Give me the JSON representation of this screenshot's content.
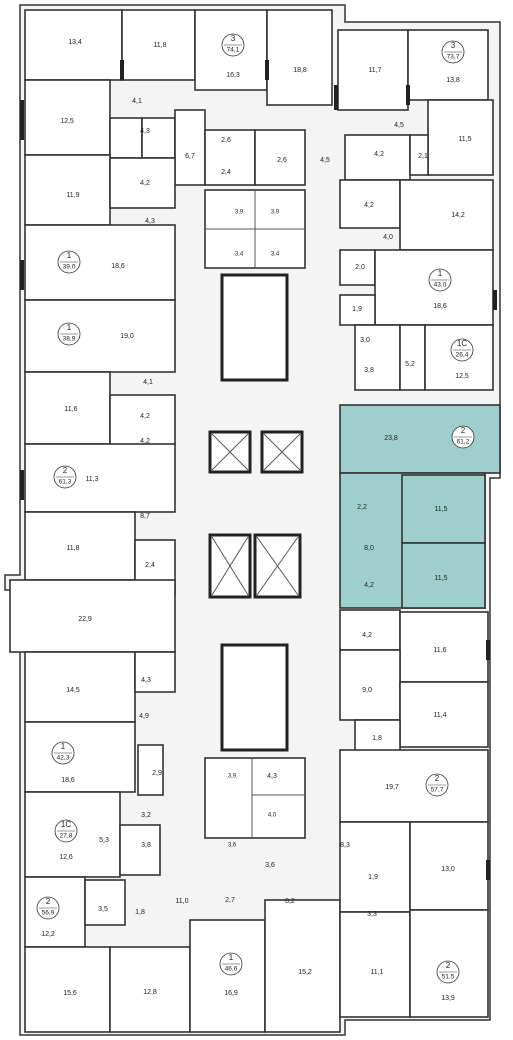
{
  "colors": {
    "selected": "#9fcfcc",
    "wall": "#2d2d2d"
  },
  "labels": {
    "r_13_4": "13,4",
    "r_11_8a": "11,8",
    "r_16_3": "16,3",
    "r_18_8": "18,8",
    "r_11_7": "11,7",
    "r_13_8": "13,8",
    "r_4_1a": "4,1",
    "r_12_5a": "12,5",
    "r_4_3a": "4,3",
    "r_6_7": "6,7",
    "r_2_6a": "2,6",
    "r_2_6b": "2,6",
    "r_2_4a": "2,4",
    "r_4_5a": "4,5",
    "r_4_5b": "4,5",
    "r_4_2a": "4,2",
    "r_2_1": "2,1",
    "r_11_5a": "11,5",
    "r_11_9": "11,9",
    "r_4_2b": "4,2",
    "r_4_2c": "4,2",
    "r_14_2": "14,2",
    "r_4_3b": "4,3",
    "r_4_0a": "4,0",
    "r_3_9a": "3,9",
    "r_3_9b": "3,9",
    "r_3_4a": "3,4",
    "r_3_4b": "3,4",
    "r_18_6a": "18,6",
    "r_2_0": "2,0",
    "r_18_6b": "18,6",
    "r_1_9a": "1,9",
    "r_19_0": "19,0",
    "r_3_0": "3,0",
    "r_3_8a": "3,8",
    "r_5_2": "5,2",
    "r_12_5b": "12,5",
    "r_4_1b": "4,1",
    "r_11_6a": "11,6",
    "r_4_2d": "4,2",
    "r_4_2e": "4,2",
    "r_23_8": "23,8",
    "r_11_3": "11,3",
    "r_2_2": "2,2",
    "r_11_5b": "11,5",
    "r_8_7": "8,7",
    "r_8_0": "8,0",
    "r_11_8b": "11,8",
    "r_2_4b": "2,4",
    "r_4_2f": "4,2",
    "r_11_5c": "11,5",
    "r_22_9": "22,9",
    "r_4_2g": "4,2",
    "r_11_6b": "11,6",
    "r_4_3c": "4,3",
    "r_14_5": "14,5",
    "r_9_0": "9,0",
    "r_4_9": "4,9",
    "r_11_4": "11,4",
    "r_1_8a": "1,8",
    "r_2_9": "2,9",
    "r_18_6c": "18,6",
    "r_3_9c": "3,9",
    "r_4_3d": "4,3",
    "r_19_7": "19,7",
    "r_3_2": "3,2",
    "r_4_0b": "4,0",
    "r_5_3": "5,3",
    "r_3_8b": "3,8",
    "r_3_6a": "3,6",
    "r_3_6b": "3,6",
    "r_8_3": "8,3",
    "r_12_6": "12,6",
    "r_13_0": "13,0",
    "r_1_9b": "1,9",
    "r_2_7": "2,7",
    "r_8_2": "8,2",
    "r_3_5": "3,5",
    "r_1_8b": "1,8",
    "r_11_0": "11,0",
    "r_3_3": "3,3",
    "r_12_2": "12,2",
    "r_15_6": "15,6",
    "r_12_8": "12,8",
    "r_16_9": "16,9",
    "r_15_2": "15,2",
    "r_11_1": "11,1",
    "r_13_9": "13,9"
  },
  "apartments": [
    {
      "rooms": "3",
      "area": "74,1"
    },
    {
      "rooms": "3",
      "area": "73,7"
    },
    {
      "rooms": "1",
      "area": "39,0"
    },
    {
      "rooms": "1",
      "area": "43,0"
    },
    {
      "rooms": "1",
      "area": "38,9"
    },
    {
      "rooms": "1С",
      "area": "26,4"
    },
    {
      "rooms": "2",
      "area": "61,2"
    },
    {
      "rooms": "2",
      "area": "61,3"
    },
    {
      "rooms": "1",
      "area": "42,3"
    },
    {
      "rooms": "2",
      "area": "57,7"
    },
    {
      "rooms": "1С",
      "area": "27,8"
    },
    {
      "rooms": "2",
      "area": "56,9"
    },
    {
      "rooms": "2",
      "area": "51,5"
    },
    {
      "rooms": "1",
      "area": "46,6"
    }
  ]
}
